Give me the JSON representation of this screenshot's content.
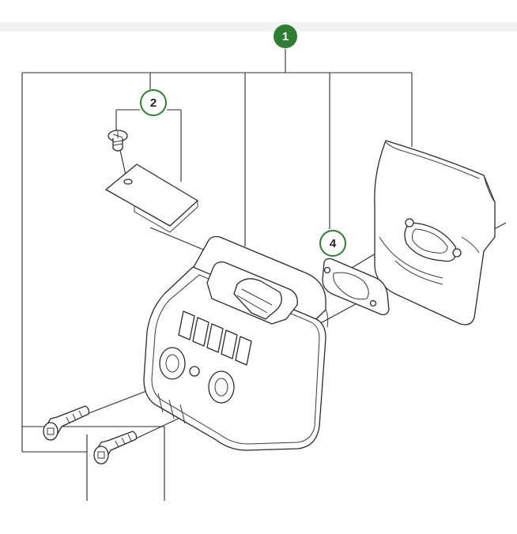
{
  "callouts": [
    {
      "id": "1",
      "label": "1",
      "style": "filled"
    },
    {
      "id": "2",
      "label": "2",
      "style": "outline"
    },
    {
      "id": "4",
      "label": "4",
      "style": "outline"
    }
  ],
  "colors": {
    "callout_green": "#2e7d32",
    "line": "#2b2b2b",
    "background": "#ffffff",
    "top_band": "#f2f2f2"
  },
  "parts": [
    "screw-icon",
    "heat-shield-plate-icon",
    "muffler-body-icon",
    "gasket-icon",
    "muffler-cover-plate-icon",
    "bolt-icon"
  ]
}
